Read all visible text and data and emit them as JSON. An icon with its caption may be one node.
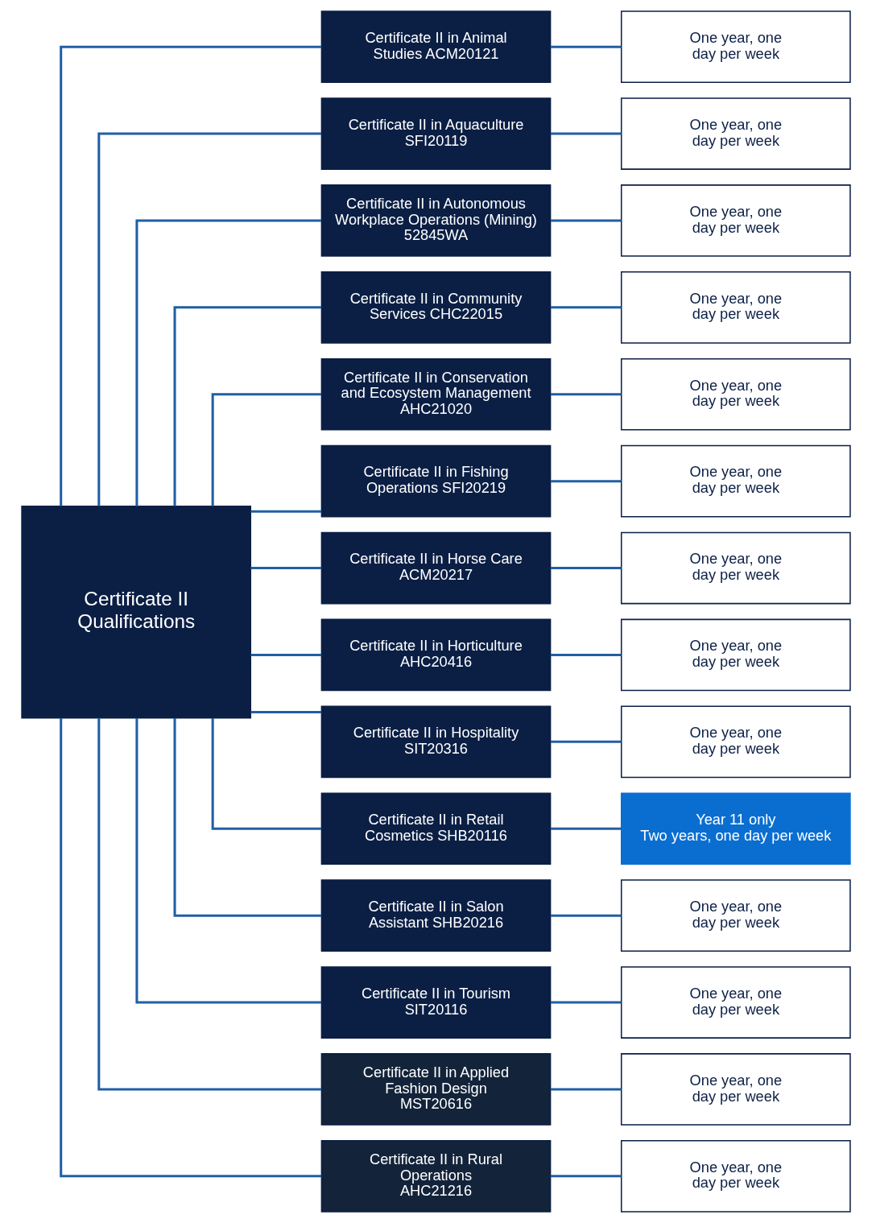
{
  "diagram": {
    "nodes": [
      {
        "text": [
          "Certificate II Qualifications"
        ]
      },
      {
        "text": [
          "Certificate II in Animal Studies ACM20121"
        ]
      },
      {
        "text": [
          "One year, one day per week"
        ]
      },
      {
        "text": [
          "Certificate II in Aquaculture SFI20119"
        ]
      },
      {
        "text": [
          "One year, one day per week"
        ]
      },
      {
        "text": [
          "Certificate II in Autonomous Workplace Operations (Mining) 52845WA"
        ]
      },
      {
        "text": [
          "One year, one day per week"
        ]
      },
      {
        "text": [
          "Certificate II in Community Services CHC22015"
        ]
      },
      {
        "text": [
          "One year, one day per week"
        ]
      },
      {
        "text": [
          "Certificate II in Conservation and Ecosystem Management",
          "AHC21020"
        ]
      },
      {
        "text": [
          "One year, one day per week"
        ]
      },
      {
        "text": [
          "Certificate II in Fishing Operations SFI20219"
        ]
      },
      {
        "text": [
          "One year, one day per week"
        ]
      },
      {
        "text": [
          "Certificate II in Horse Care ACM20217"
        ]
      },
      {
        "text": [
          "One year, one day per week"
        ]
      },
      {
        "text": [
          "Certificate II in Horticulture AHC20416"
        ]
      },
      {
        "text": [
          "One year, one day per week"
        ]
      },
      {
        "text": [
          "Certificate II in Hospitality SIT20316"
        ]
      },
      {
        "text": [
          "One year, one day per week"
        ]
      },
      {
        "text": [
          "Certificate II in Retail Cosmetics SHB20116"
        ]
      },
      {
        "text": [
          "Year 11 only",
          "Two years, one day per week"
        ]
      },
      {
        "text": [
          "Certificate II in Salon Assistant SHB20216"
        ]
      },
      {
        "text": [
          "One year, one day per week"
        ]
      },
      {
        "text": [
          "Certificate II in Tourism SIT20116"
        ]
      },
      {
        "text": [
          "One year, one day per week"
        ]
      },
      {
        "text": [
          "Certificate II in Applied Fashion Design",
          "MST20616"
        ]
      },
      {
        "text": [
          "One year, one day per week"
        ]
      },
      {
        "text": [
          "Certificate II in Rural Operations",
          "AHC21216"
        ]
      },
      {
        "text": [
          "One year, one day per week"
        ]
      }
    ],
    "edges": [
      {
        "from": 0,
        "to": 1,
        "arrow": "none"
      },
      {
        "from": 0,
        "to": 3,
        "arrow": "none"
      },
      {
        "from": 0,
        "to": 5,
        "arrow": "none"
      },
      {
        "from": 0,
        "to": 7,
        "arrow": "none"
      },
      {
        "from": 0,
        "to": 9,
        "arrow": "none"
      },
      {
        "from": 0,
        "to": 11,
        "arrow": "none"
      },
      {
        "from": 0,
        "to": 13,
        "arrow": "none"
      },
      {
        "from": 0,
        "to": 15,
        "arrow": "none"
      },
      {
        "from": 0,
        "to": 17,
        "arrow": "none"
      },
      {
        "from": 0,
        "to": 19,
        "arrow": "none"
      },
      {
        "from": 0,
        "to": 21,
        "arrow": "none"
      },
      {
        "from": 0,
        "to": 23,
        "arrow": "none"
      },
      {
        "from": 0,
        "to": 25,
        "arrow": "none"
      },
      {
        "from": 0,
        "to": 27,
        "arrow": "none"
      },
      {
        "from": 1,
        "to": 2,
        "arrow": "none"
      },
      {
        "from": 3,
        "to": 4,
        "arrow": "none"
      },
      {
        "from": 5,
        "to": 6,
        "arrow": "none"
      },
      {
        "from": 7,
        "to": 8,
        "arrow": "none"
      },
      {
        "from": 9,
        "to": 10,
        "arrow": "none"
      },
      {
        "from": 11,
        "to": 12,
        "arrow": "none"
      },
      {
        "from": 13,
        "to": 14,
        "arrow": "none"
      },
      {
        "from": 15,
        "to": 16,
        "arrow": "none"
      },
      {
        "from": 17,
        "to": 18,
        "arrow": "none"
      },
      {
        "from": 19,
        "to": 20,
        "arrow": "none"
      },
      {
        "from": 21,
        "to": 22,
        "arrow": "none"
      },
      {
        "from": 23,
        "to": 24,
        "arrow": "none"
      },
      {
        "from": 25,
        "to": 26,
        "arrow": "none"
      },
      {
        "from": 27,
        "to": 28,
        "arrow": "none"
      }
    ]
  }
}
